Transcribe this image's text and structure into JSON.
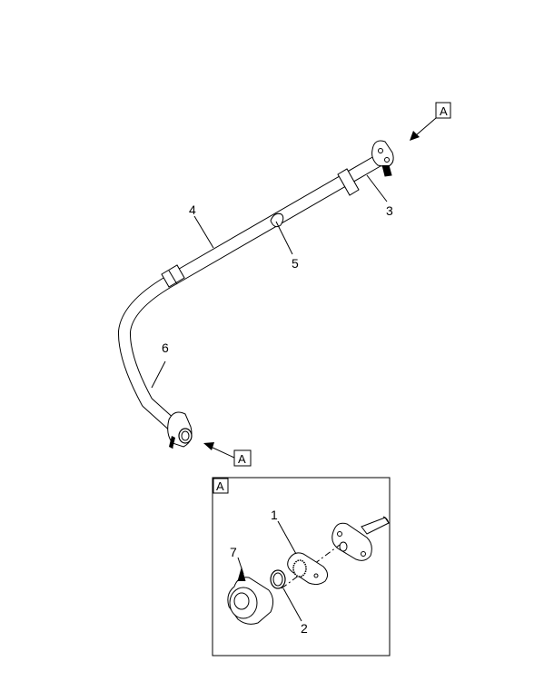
{
  "callouts": [
    {
      "id": "1",
      "text": "1"
    },
    {
      "id": "2",
      "text": "2"
    },
    {
      "id": "3",
      "text": "3"
    },
    {
      "id": "4",
      "text": "4"
    },
    {
      "id": "5",
      "text": "5"
    },
    {
      "id": "6",
      "text": "6"
    },
    {
      "id": "7",
      "text": "7"
    }
  ],
  "view_refs": {
    "top_right": "A",
    "bottom_left": "A",
    "detail_box": "A"
  },
  "colors": {
    "line": "#000000",
    "fill": "#ffffff"
  }
}
